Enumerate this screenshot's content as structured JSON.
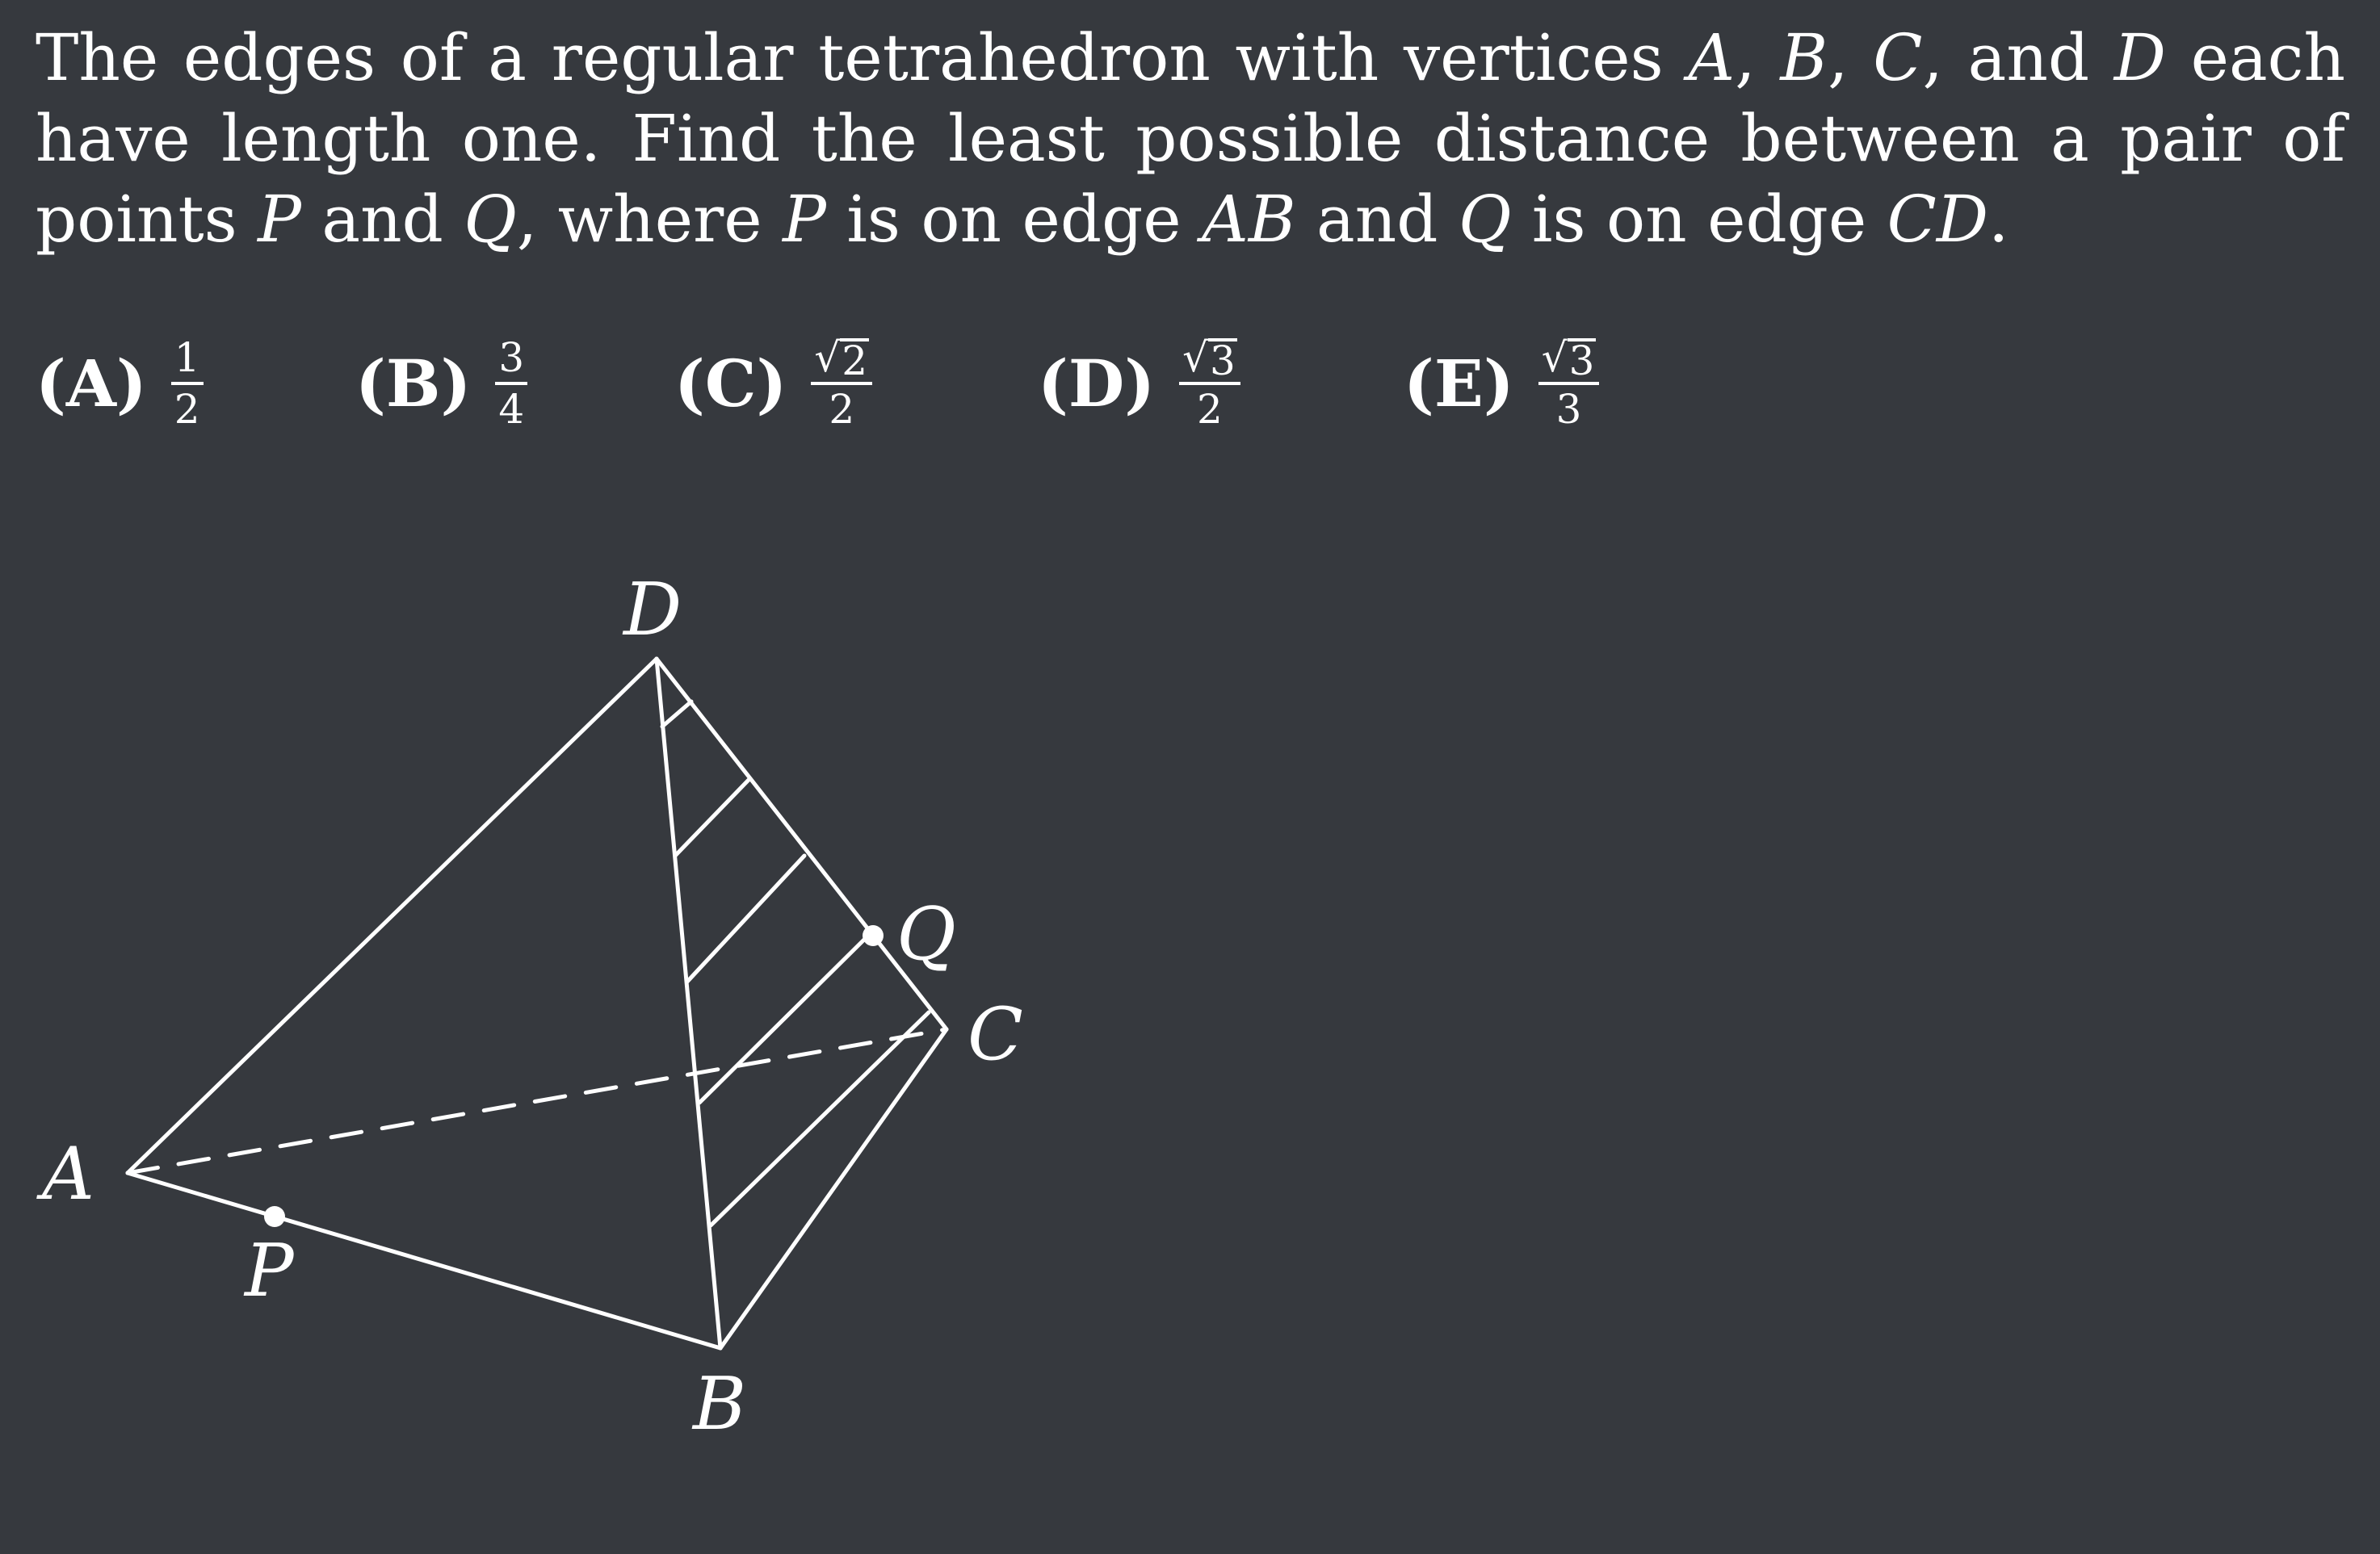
{
  "problem": {
    "part1": "The edges of a regular tetrahedron with vertices ",
    "A": "A",
    "comma1": ", ",
    "B": "B",
    "comma2": ", ",
    "C": "C",
    "and1": ", and ",
    "D": "D",
    "part2": " each have length one. Find the least possible distance between a pair of points ",
    "P": "P",
    "and2": " and ",
    "Q": "Q",
    "part3": ", where ",
    "P2": "P",
    "part4": " is on edge ",
    "AB": "AB",
    "part5": " and ",
    "Q2": "Q",
    "part6": " is on edge ",
    "CD": "CD",
    "end": "."
  },
  "choices": [
    {
      "label": "(A)",
      "num": "1",
      "den": "2",
      "sqrt": false
    },
    {
      "label": "(B)",
      "num": "3",
      "den": "4",
      "sqrt": false
    },
    {
      "label": "(C)",
      "num": "2",
      "den": "2",
      "sqrt": true
    },
    {
      "label": "(D)",
      "num": "3",
      "den": "2",
      "sqrt": true
    },
    {
      "label": "(E)",
      "num": "3",
      "den": "3",
      "sqrt": true
    }
  ],
  "diagram": {
    "vertex_labels": {
      "A": "A",
      "B": "B",
      "C": "C",
      "D": "D"
    },
    "point_labels": {
      "P": "P",
      "Q": "Q"
    },
    "hidden_edge": "AC",
    "shaded_face": "BCD (hatched)",
    "line_color": "#ffffff",
    "background": "#36393e"
  },
  "radical": "√"
}
